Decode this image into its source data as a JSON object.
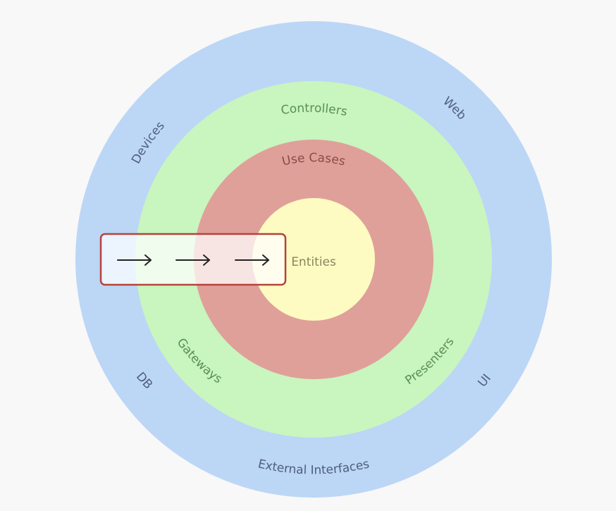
{
  "diagram": {
    "rings": {
      "outer": {
        "color": "#bcd6f6"
      },
      "second": {
        "color": "#c9f5bf"
      },
      "third": {
        "color": "#e0a09a"
      },
      "core": {
        "color": "#fdfbc1"
      }
    },
    "labels": {
      "devices": "Devices",
      "web": "Web",
      "db": "DB",
      "ui": "UI",
      "external_interfaces": "External Interfaces",
      "controllers": "Controllers",
      "gateways": "Gateways",
      "presenters": "Presenters",
      "use_cases": "Use Cases",
      "entities": "Entities"
    },
    "label_colors": {
      "blue_ring": "#4f5f7a",
      "green_ring": "#5a8f55",
      "red_ring": "#8a4a46",
      "core": "#8a8560"
    },
    "dependency_box": {
      "border_color": "#b5433b",
      "arrows": [
        "right-arrow",
        "right-arrow",
        "right-arrow"
      ]
    }
  }
}
